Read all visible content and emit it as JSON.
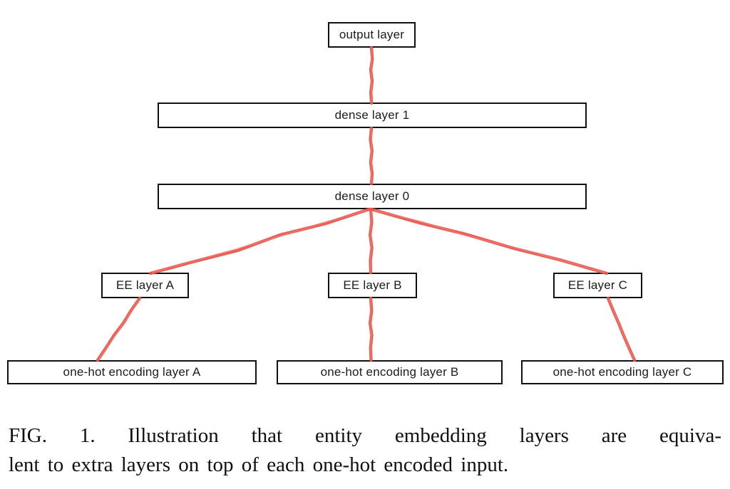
{
  "figure": {
    "nodes": {
      "output": {
        "label": "output layer"
      },
      "dense1": {
        "label": "dense layer 1"
      },
      "dense0": {
        "label": "dense layer 0"
      },
      "eeA": {
        "label": "EE layer A"
      },
      "eeB": {
        "label": "EE layer B"
      },
      "eeC": {
        "label": "EE layer C"
      },
      "onehotA": {
        "label": "one-hot encoding layer A"
      },
      "onehotB": {
        "label": "one-hot encoding layer B"
      },
      "onehotC": {
        "label": "one-hot encoding layer C"
      }
    },
    "edges": [
      {
        "from": "output layer",
        "to": "dense layer 1"
      },
      {
        "from": "dense layer 1",
        "to": "dense layer 0"
      },
      {
        "from": "dense layer 0",
        "to": "EE layer A"
      },
      {
        "from": "dense layer 0",
        "to": "EE layer B"
      },
      {
        "from": "dense layer 0",
        "to": "EE layer C"
      },
      {
        "from": "EE layer A",
        "to": "one-hot encoding layer A"
      },
      {
        "from": "EE layer B",
        "to": "one-hot encoding layer B"
      },
      {
        "from": "EE layer C",
        "to": "one-hot encoding layer C"
      }
    ],
    "colors": {
      "connector_red": "#e8574e",
      "connector_red_light": "#f08078",
      "box_border": "#111111",
      "background": "#ffffff",
      "text": "#1b1b1b"
    }
  },
  "caption": {
    "line1": "FIG. 1. Illustration that entity embedding layers are equiva-",
    "line2": "lent to extra layers on top of each one-hot encoded input."
  }
}
